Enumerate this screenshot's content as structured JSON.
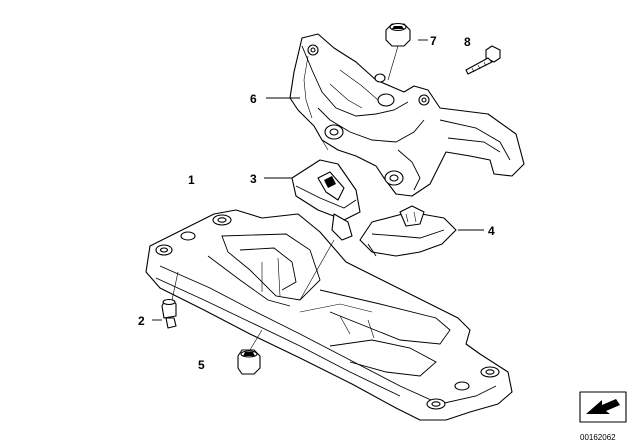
{
  "diagram": {
    "callouts": [
      {
        "id": "1",
        "label": "1"
      },
      {
        "id": "2",
        "label": "2"
      },
      {
        "id": "3",
        "label": "3"
      },
      {
        "id": "4",
        "label": "4"
      },
      {
        "id": "5",
        "label": "5"
      },
      {
        "id": "6",
        "label": "6"
      },
      {
        "id": "7",
        "label": "7"
      },
      {
        "id": "8",
        "label": "8"
      }
    ],
    "document_number": "00162062",
    "icon": "arrow-badge-icon"
  }
}
